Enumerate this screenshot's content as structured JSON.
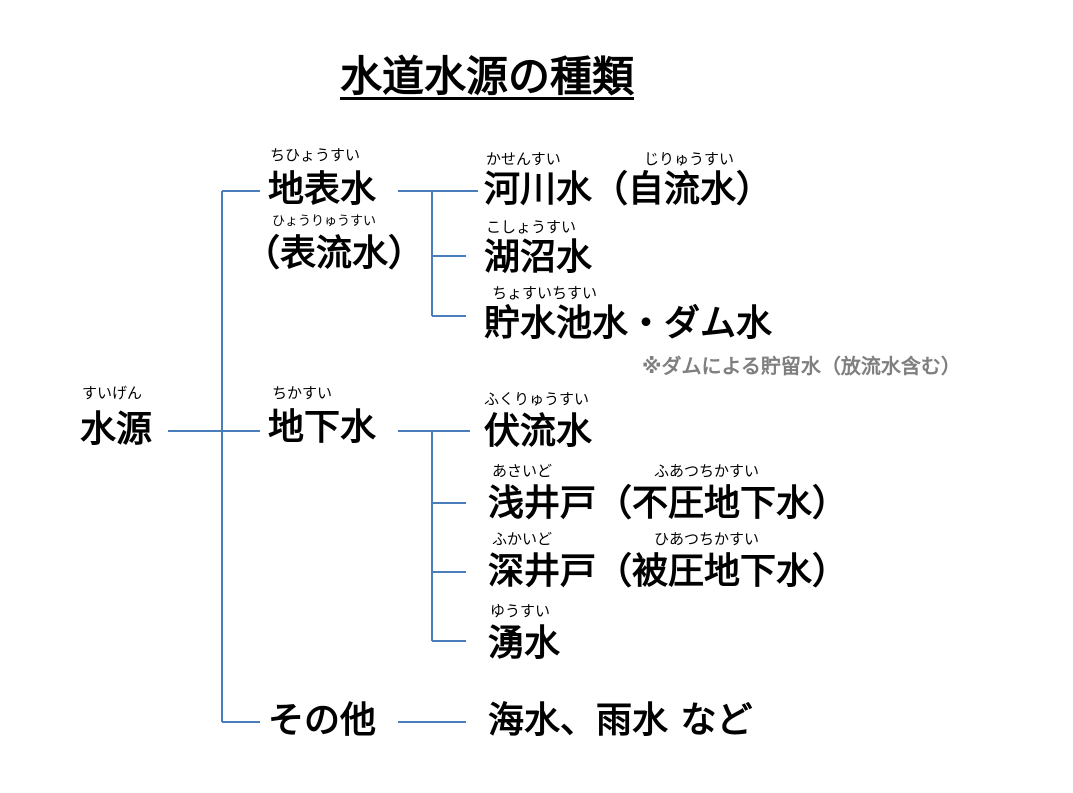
{
  "title": "水道水源の種類",
  "root": {
    "label": "水源",
    "ruby": "すいげん"
  },
  "categories": [
    {
      "label": "地表水",
      "ruby": "ちひょうすい",
      "alt_label": "（表流水）",
      "alt_ruby": "ひょうりゅうすい"
    },
    {
      "label": "地下水",
      "ruby": "ちかすい"
    },
    {
      "label": "その他"
    }
  ],
  "surface_items": [
    {
      "label": "河川水（自流水）",
      "ruby_main": "かせんすい",
      "ruby_paren": "じりゅうすい"
    },
    {
      "label": "湖沼水",
      "ruby_main": "こしょうすい"
    },
    {
      "label": "貯水池水・ダム水",
      "ruby_main": "ちょすいちすい",
      "note": "※ダムによる貯留水（放流水含む）"
    }
  ],
  "ground_items": [
    {
      "label": "伏流水",
      "ruby_main": "ふくりゅうすい"
    },
    {
      "label": "浅井戸（不圧地下水）",
      "ruby_main": "あさいど",
      "ruby_paren": "ふあつちかすい"
    },
    {
      "label": "深井戸（被圧地下水）",
      "ruby_main": "ふかいど",
      "ruby_paren": "ひあつちかすい"
    },
    {
      "label": "湧水",
      "ruby_main": "ゆうすい"
    }
  ],
  "other_items": [
    {
      "label": "海水、雨水 など"
    }
  ],
  "colors": {
    "connector": "#4a7ebb",
    "note": "#7f7f7f",
    "text": "#000000"
  }
}
